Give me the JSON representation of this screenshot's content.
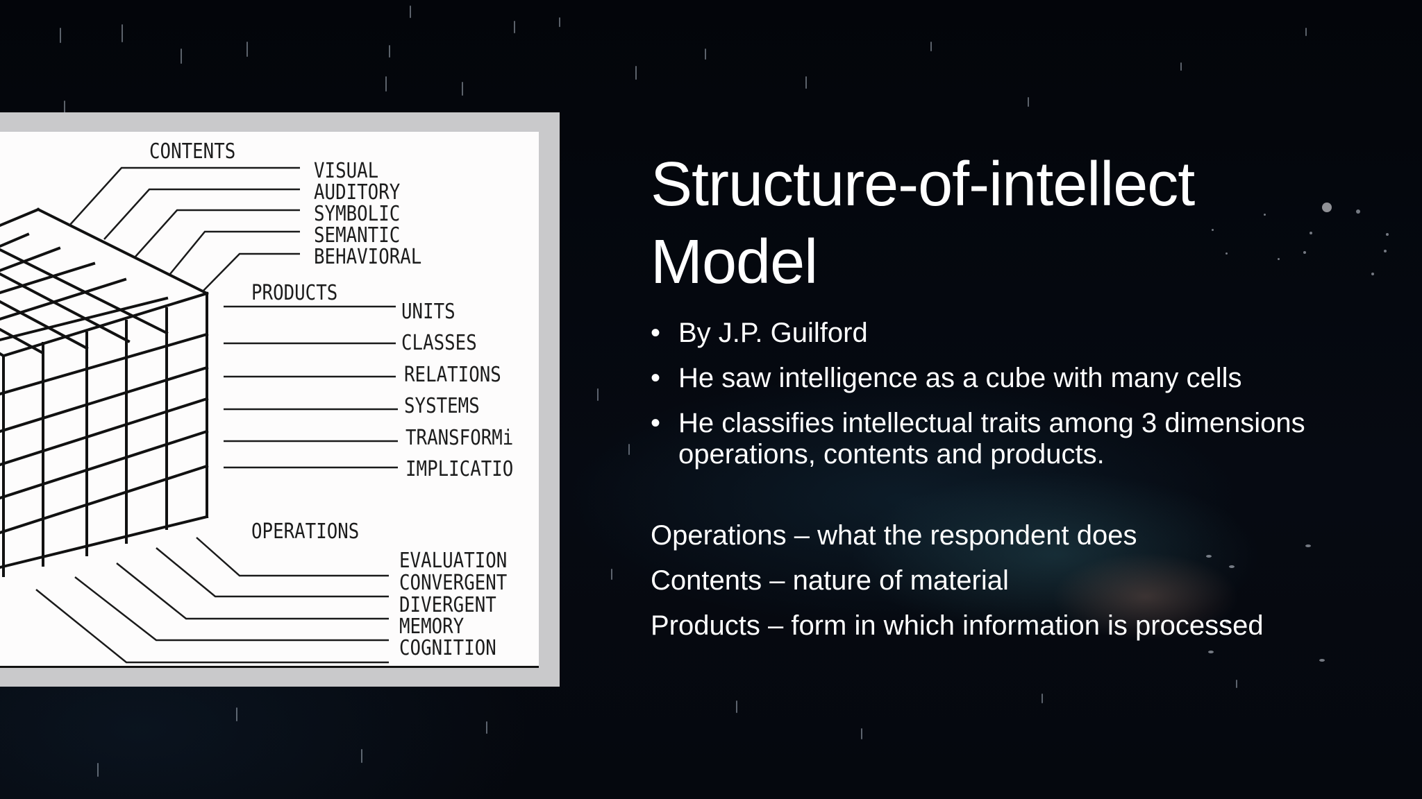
{
  "slide": {
    "title_lines": [
      "Structure-of-intellect",
      "Model"
    ],
    "bullet_glyph": "•",
    "bullets": [
      "By J.P. Guilford",
      "He saw intelligence as a cube with many cells",
      "He classifies intellectual traits among 3 dimensions operations, contents and products."
    ],
    "paragraphs": [
      "Operations – what the respondent does",
      "Contents – nature of material",
      "Products – form in which information is processed"
    ],
    "text_color": "#ffffff",
    "background_color": "#04060b"
  },
  "diagram": {
    "frame_color": "#c9c9cb",
    "contents": {
      "heading": "CONTENTS",
      "items": [
        "VISUAL",
        "AUDITORY",
        "SYMBOLIC",
        "SEMANTIC",
        "BEHAVIORAL"
      ]
    },
    "products": {
      "heading": "PRODUCTS",
      "items": [
        "UNITS",
        "CLASSES",
        "RELATIONS",
        "SYSTEMS",
        "TRANSFORMi",
        "IMPLICATIO"
      ]
    },
    "operations": {
      "heading": "OPERATIONS",
      "items": [
        "EVALUATION",
        "CONVERGENT",
        "DIVERGENT",
        "MEMORY",
        "COGNITION"
      ]
    }
  }
}
